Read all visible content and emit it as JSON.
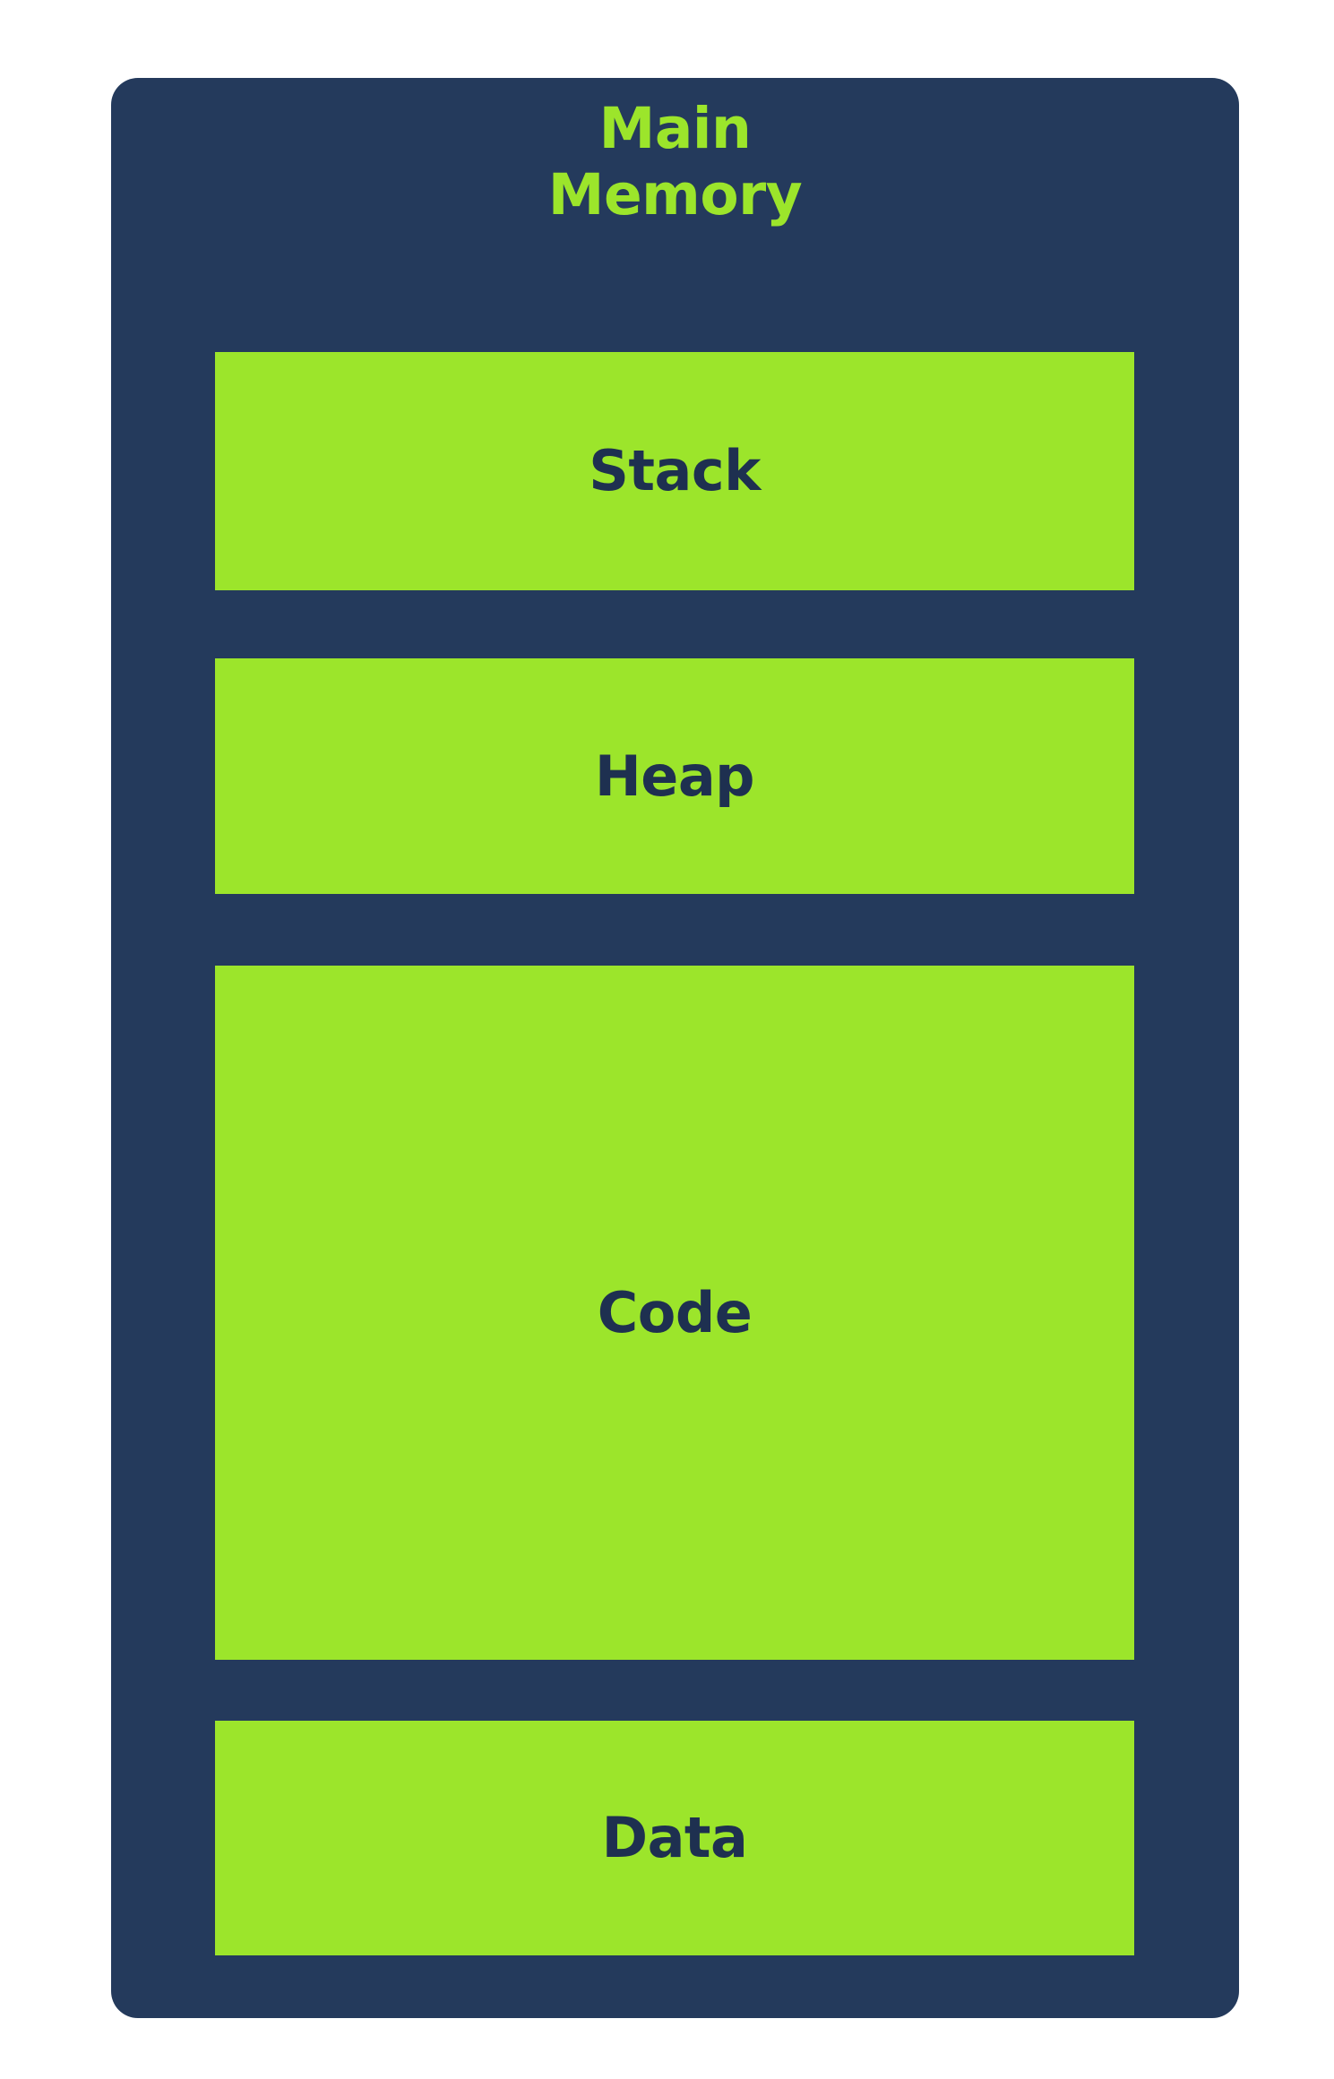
{
  "diagram": {
    "title_lines": [
      "Main",
      "Memory"
    ],
    "title_text": "Main Memory",
    "colors": {
      "background": "#ffffff",
      "card": "#243a5c",
      "block": "#9ce52b",
      "title_text": "#9ce52b",
      "block_text": "#1e3050"
    },
    "segments": [
      {
        "id": "stack",
        "label": "Stack"
      },
      {
        "id": "heap",
        "label": "Heap"
      },
      {
        "id": "code",
        "label": "Code"
      },
      {
        "id": "data",
        "label": "Data"
      }
    ]
  }
}
